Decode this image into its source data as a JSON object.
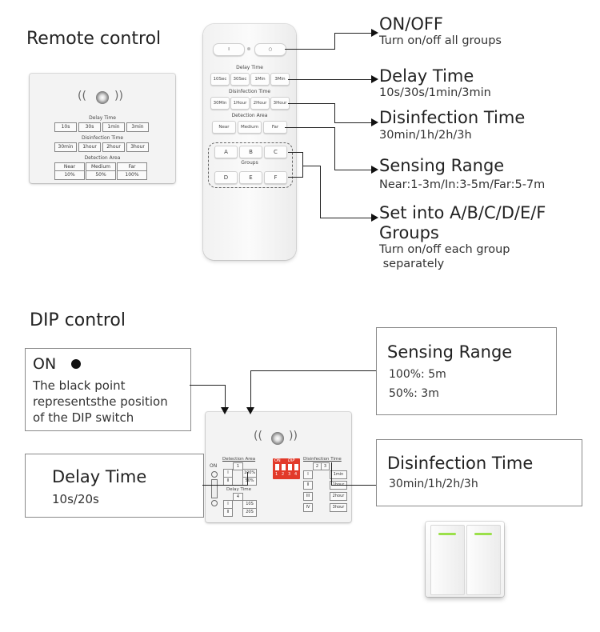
{
  "remote_section": {
    "title": "Remote control",
    "panel": {
      "delay_title": "Delay Time",
      "delay_options": [
        "10s",
        "30s",
        "1min",
        "3min"
      ],
      "disinfection_title": "Disinfection Time",
      "disinfection_options": [
        "30min",
        "1hour",
        "2hour",
        "3hour"
      ],
      "area_title": "Detection Area",
      "area_labels": [
        "Near",
        "Medium",
        "Far"
      ],
      "area_values": [
        "10%",
        "50%",
        "100%"
      ]
    },
    "remote": {
      "on_symbol": "I",
      "off_symbol": "○",
      "delay_title": "Delay Time",
      "delay_buttons": [
        "10Sec",
        "30Sec",
        "1Min",
        "3Min"
      ],
      "disinfection_title": "Disinfection Time",
      "disinfection_buttons": [
        "30Min",
        "1Hour",
        "2Hour",
        "3Hour"
      ],
      "area_title": "Detection Area",
      "area_buttons": [
        "Near",
        "Medium",
        "Far"
      ],
      "groups_title": "Groups",
      "group_buttons": [
        "A",
        "B",
        "C",
        "D",
        "E",
        "F"
      ]
    },
    "callouts": [
      {
        "title": "ON/OFF",
        "sub": [
          "Turn on/off all groups"
        ]
      },
      {
        "title": "Delay Time",
        "sub": [
          "10s/30s/1min/3min"
        ]
      },
      {
        "title": "Disinfection Time",
        "sub": [
          "30min/1h/2h/3h"
        ]
      },
      {
        "title": "Sensing Range",
        "sub": [
          "Near:1-3m/In:3-5m/Far:5-7m"
        ]
      },
      {
        "title": "Set into A/B/C/D/E/F",
        "title2": "Groups",
        "sub": [
          "Turn on/off each group",
          " separately"
        ]
      }
    ]
  },
  "dip_section": {
    "title": "DIP control",
    "on_box": {
      "title": "ON",
      "lines": [
        "The black point",
        "representsthe position",
        "of the DIP switch"
      ]
    },
    "sensing_box": {
      "title": "Sensing Range",
      "lines": [
        "100%: 5m",
        "50%: 3m"
      ]
    },
    "delay_box": {
      "title": "Delay Time",
      "lines": [
        "10s/20s"
      ]
    },
    "disinfection_box": {
      "title": "Disinfection Time",
      "lines": [
        "30min/1h/2h/3h"
      ]
    },
    "board": {
      "on_label": "ON",
      "area_title": "Detection Area",
      "area_col": "1",
      "area_rows": [
        "I",
        "II"
      ],
      "area_values": [
        "100%",
        "50%"
      ],
      "delay_title": "Delay Time",
      "delay_col": "4",
      "delay_rows": [
        "I",
        "II"
      ],
      "delay_values": [
        "10S",
        "20S"
      ],
      "dip_on": "ON",
      "dip_brand": "DIP",
      "dip_numbers": [
        "1",
        "2",
        "3",
        "4"
      ],
      "disinfection_title": "Disinfection Time",
      "disinfection_cols": [
        "2",
        "3"
      ],
      "disinfection_rows": [
        "I",
        "II",
        "III",
        "IV"
      ],
      "disinfection_values": [
        "1min",
        "1hour",
        "2hour",
        "3hour"
      ]
    }
  },
  "colors": {
    "accent_green": "#9be04a",
    "dip_red": "#e23a2a"
  }
}
